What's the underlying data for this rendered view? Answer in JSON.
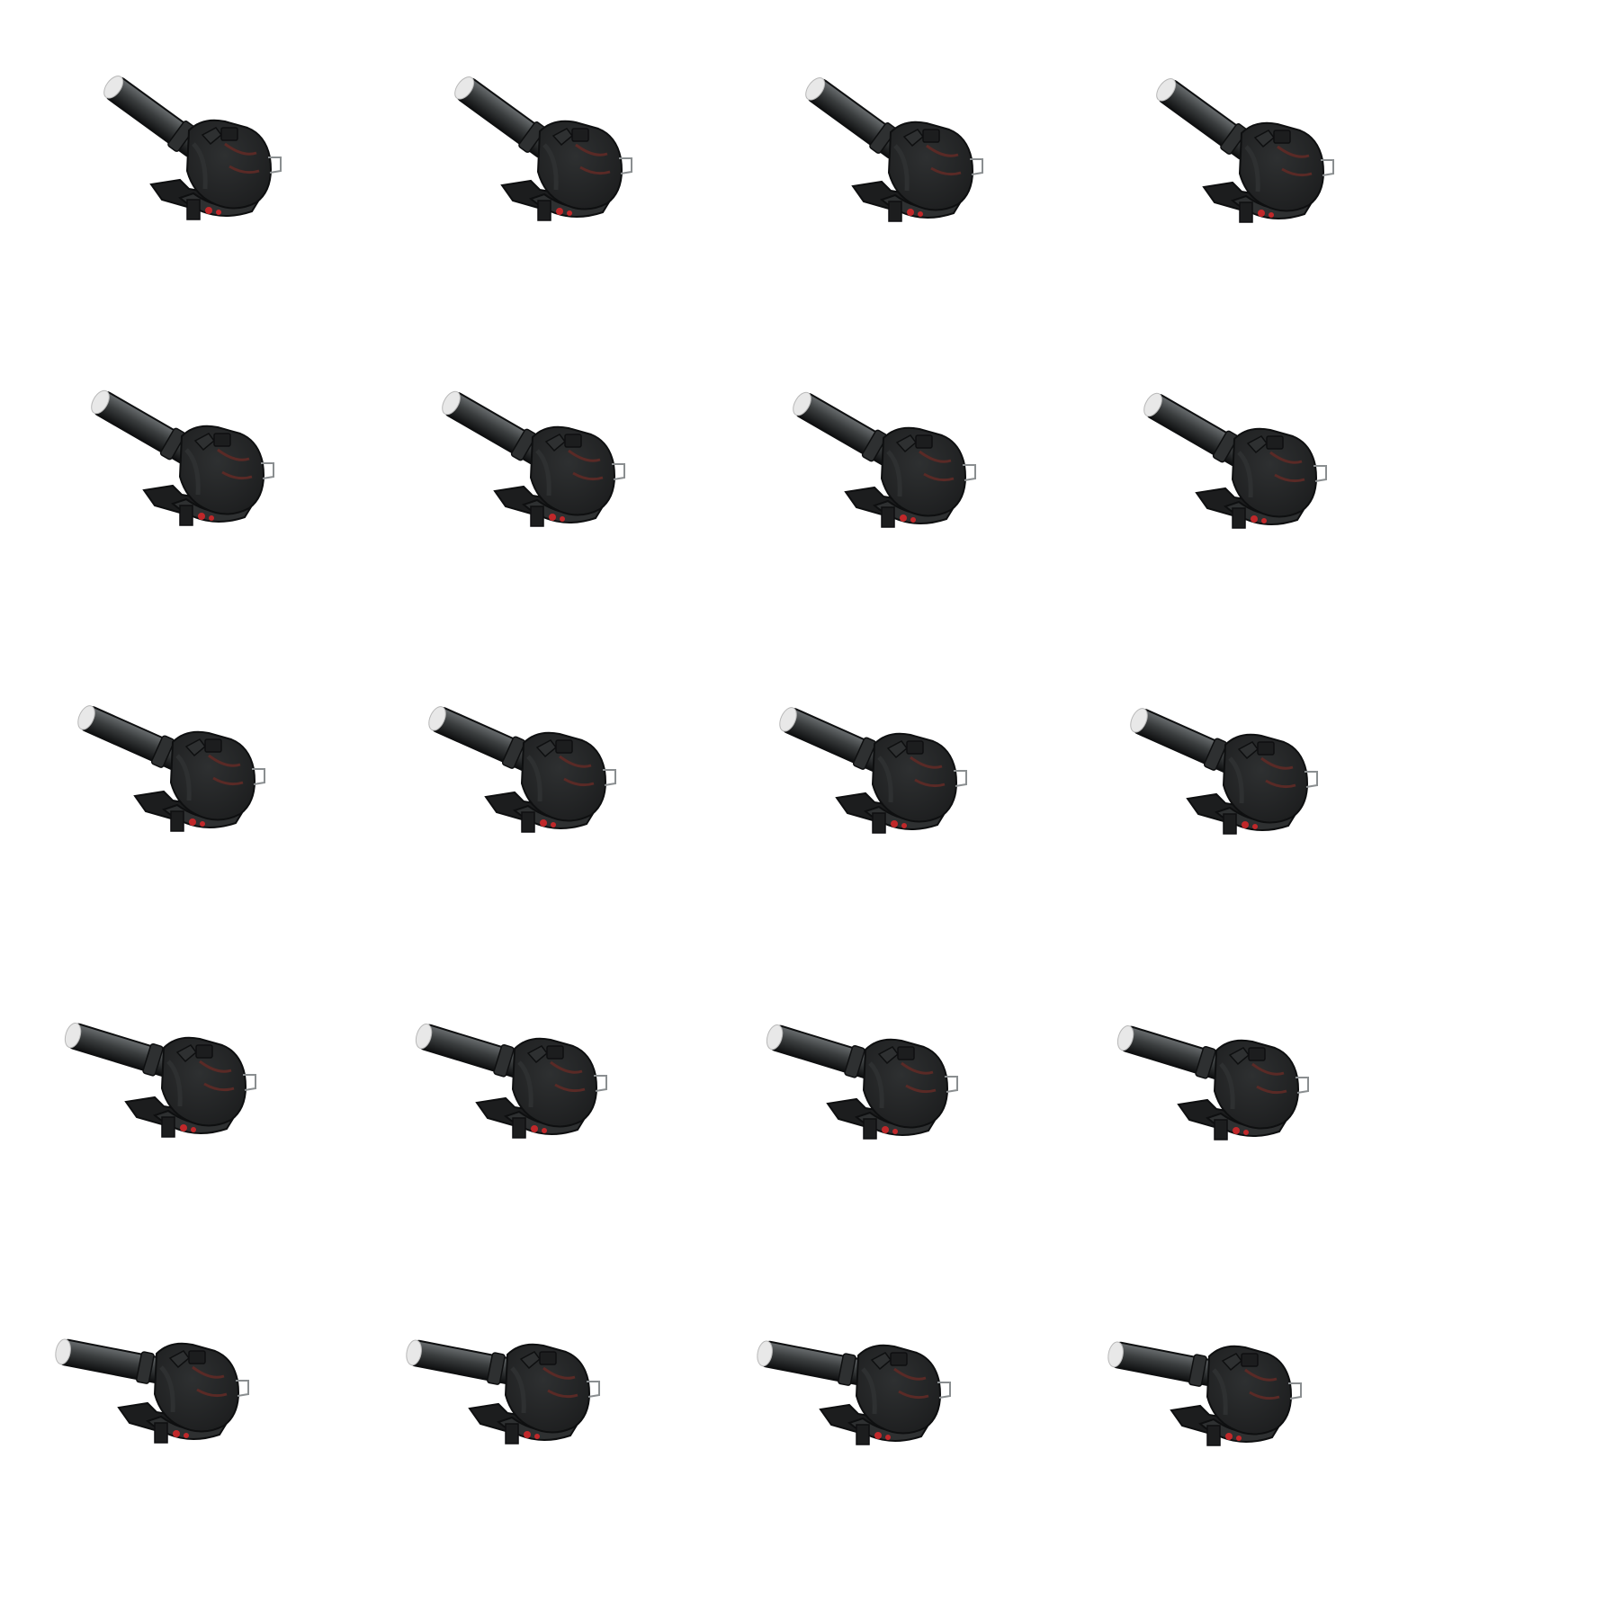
{
  "sprite_sheet": {
    "rows": 5,
    "columns": 4,
    "frame_count": 20,
    "background_color": "#ffffff",
    "subject_icon": "mounted-cannon-turret-icon",
    "colors": {
      "barrel": "#3a3d3e",
      "barrel_highlight": "#6a6e70",
      "muzzle_cap": "#e8e8e8",
      "body": "#1c1d1e",
      "body_mid": "#2e3031",
      "accent_red": "#c0282a",
      "outline": "#0e0f10"
    },
    "frames": [
      {
        "barrel_angle_deg": 36
      },
      {
        "barrel_angle_deg": 36
      },
      {
        "barrel_angle_deg": 36
      },
      {
        "barrel_angle_deg": 36
      },
      {
        "barrel_angle_deg": 30
      },
      {
        "barrel_angle_deg": 30
      },
      {
        "barrel_angle_deg": 30
      },
      {
        "barrel_angle_deg": 30
      },
      {
        "barrel_angle_deg": 24
      },
      {
        "barrel_angle_deg": 24
      },
      {
        "barrel_angle_deg": 24
      },
      {
        "barrel_angle_deg": 24
      },
      {
        "barrel_angle_deg": 17
      },
      {
        "barrel_angle_deg": 17
      },
      {
        "barrel_angle_deg": 17
      },
      {
        "barrel_angle_deg": 17
      },
      {
        "barrel_angle_deg": 11
      },
      {
        "barrel_angle_deg": 11
      },
      {
        "barrel_angle_deg": 11
      },
      {
        "barrel_angle_deg": 11
      }
    ]
  }
}
